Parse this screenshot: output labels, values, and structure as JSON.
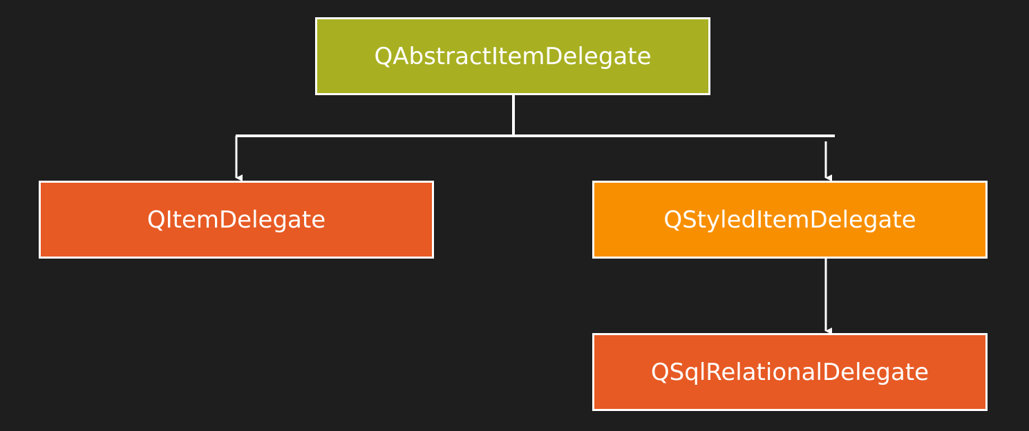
{
  "diagram": {
    "background": "#1e1e1e",
    "line_color": "#ffffff",
    "nodes": {
      "root": {
        "label": "QAbstractItemDelegate",
        "color": "#a8b022"
      },
      "item": {
        "label": "QItemDelegate",
        "color": "#e75a24"
      },
      "styled": {
        "label": "QStyledItemDelegate",
        "color": "#f88f00"
      },
      "sql": {
        "label": "QSqlRelationalDelegate",
        "color": "#e75a24"
      }
    },
    "edges": [
      {
        "from": "root",
        "to": "item"
      },
      {
        "from": "root",
        "to": "styled"
      },
      {
        "from": "styled",
        "to": "sql"
      }
    ]
  }
}
